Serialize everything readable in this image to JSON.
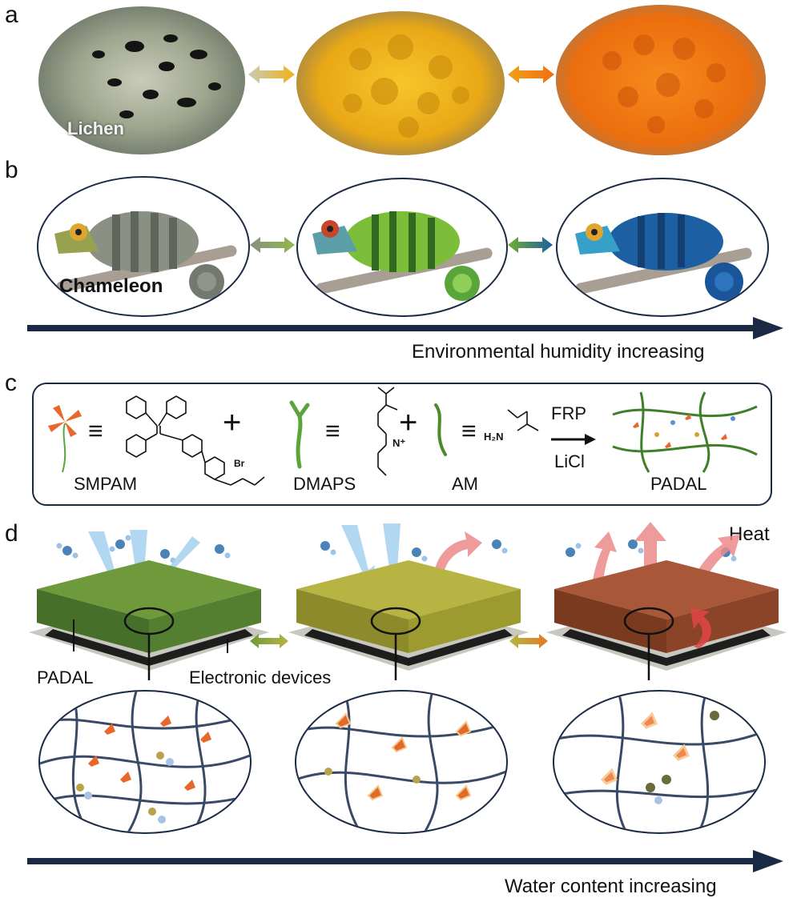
{
  "panels": {
    "a": "a",
    "b": "b",
    "c": "c",
    "d": "d"
  },
  "a": {
    "lichen_label": "Lichen"
  },
  "b": {
    "chameleon_label": "Chameleon",
    "arrow_caption": "Environmental humidity increasing"
  },
  "c": {
    "smpam": "SMPAM",
    "dmaps": "DMAPS",
    "am": "AM",
    "padal": "PADAL",
    "frp": "FRP",
    "licl": "LiCl",
    "br": "Br",
    "h2n": "H₂N",
    "nplus": "N⁺",
    "equiv": "≡",
    "plus": "+"
  },
  "d": {
    "heat": "Heat",
    "padal_label": "PADAL",
    "devices_label": "Electronic devices",
    "arrow_caption": "Water content increasing"
  },
  "colors": {
    "navy": "#1b2a44",
    "lichen_gray": "#8c9a82",
    "lichen_yellow": "#f0b21a",
    "lichen_orange": "#f27a12",
    "cham_gray": "#7b8277",
    "cham_green": "#6fae2e",
    "cham_blue": "#1d5fa3",
    "hydrogel_green": "#4f7a2a",
    "hydrogel_yellow": "#a8a534",
    "hydrogel_brown": "#9a4a2c"
  }
}
